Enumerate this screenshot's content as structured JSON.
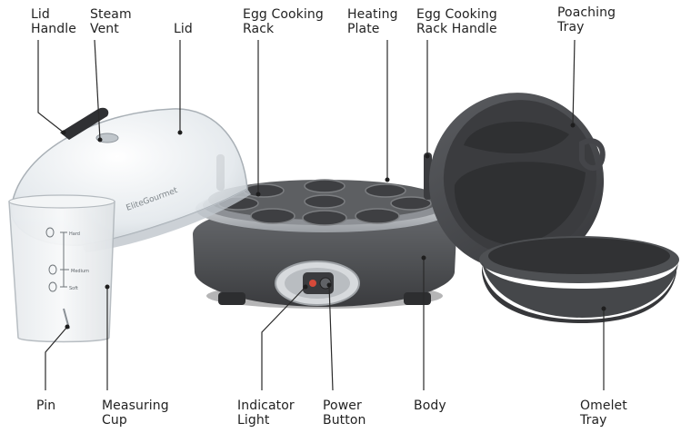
{
  "callouts": {
    "lid_handle": "Lid\nHandle",
    "steam_vent": "Steam\nVent",
    "lid": "Lid",
    "egg_cooking_rack": "Egg Cooking\nRack",
    "heating_plate": "Heating\nPlate",
    "egg_cooking_rack_handle": "Egg Cooking\nRack Handle",
    "poaching_tray": "Poaching\nTray",
    "pin": "Pin",
    "measuring_cup": "Measuring\nCup",
    "indicator_light": "Indicator\nLight",
    "power_button": "Power\nButton",
    "body": "Body",
    "omelet_tray": "Omelet\nTray"
  },
  "product": {
    "brand_mark": "EliteGourmet",
    "cup_marks": {
      "hard": "Hard",
      "medium": "Medium",
      "soft": "Soft"
    }
  },
  "colors": {
    "body": "#55575a",
    "tray": "#4a4c4f",
    "rack": "#6b6d70",
    "steel": "#c9ccd0",
    "lid_glass": "#e9eef2"
  }
}
